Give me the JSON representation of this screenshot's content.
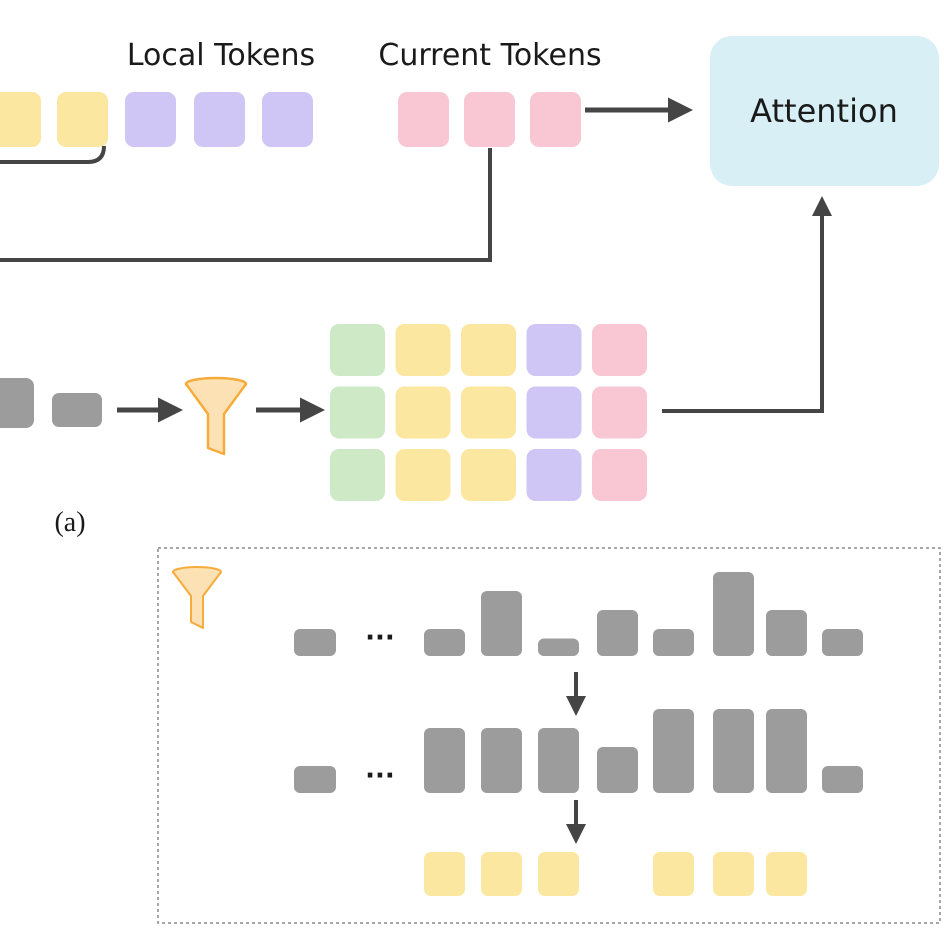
{
  "labels": {
    "local_tokens": "Local Tokens",
    "current_tokens": "Current Tokens",
    "attention": "Attention",
    "panel_a": "(a)",
    "ellipsis": "···"
  },
  "colors": {
    "yellow": "#fbe79f",
    "purple": "#cfc6f6",
    "pink": "#f9c7d3",
    "green": "#cde9c6",
    "gray_token": "#9c9c9c",
    "attention_box": "#d8eff6",
    "arrow": "#454545",
    "funnel": "#f6ab3d"
  },
  "icons": [
    "filter-funnel-icon",
    "arrow-right-icon",
    "arrow-up-icon",
    "arrow-down-icon"
  ],
  "top_row": [
    "yellow",
    "yellow",
    "purple",
    "purple",
    "purple"
  ],
  "current_row": [
    "pink",
    "pink",
    "pink"
  ],
  "selected_grid": [
    [
      "green",
      "yellow",
      "yellow",
      "purple",
      "pink"
    ],
    [
      "green",
      "yellow",
      "yellow",
      "purple",
      "pink"
    ],
    [
      "green",
      "yellow",
      "yellow",
      "purple",
      "pink"
    ]
  ],
  "inset": {
    "scores_before": [
      1,
      1,
      3,
      0.5,
      2,
      1,
      4,
      2,
      1
    ],
    "scores_after": [
      1,
      3,
      3,
      3,
      2,
      4,
      4,
      4,
      1
    ],
    "selected_count": 6
  }
}
